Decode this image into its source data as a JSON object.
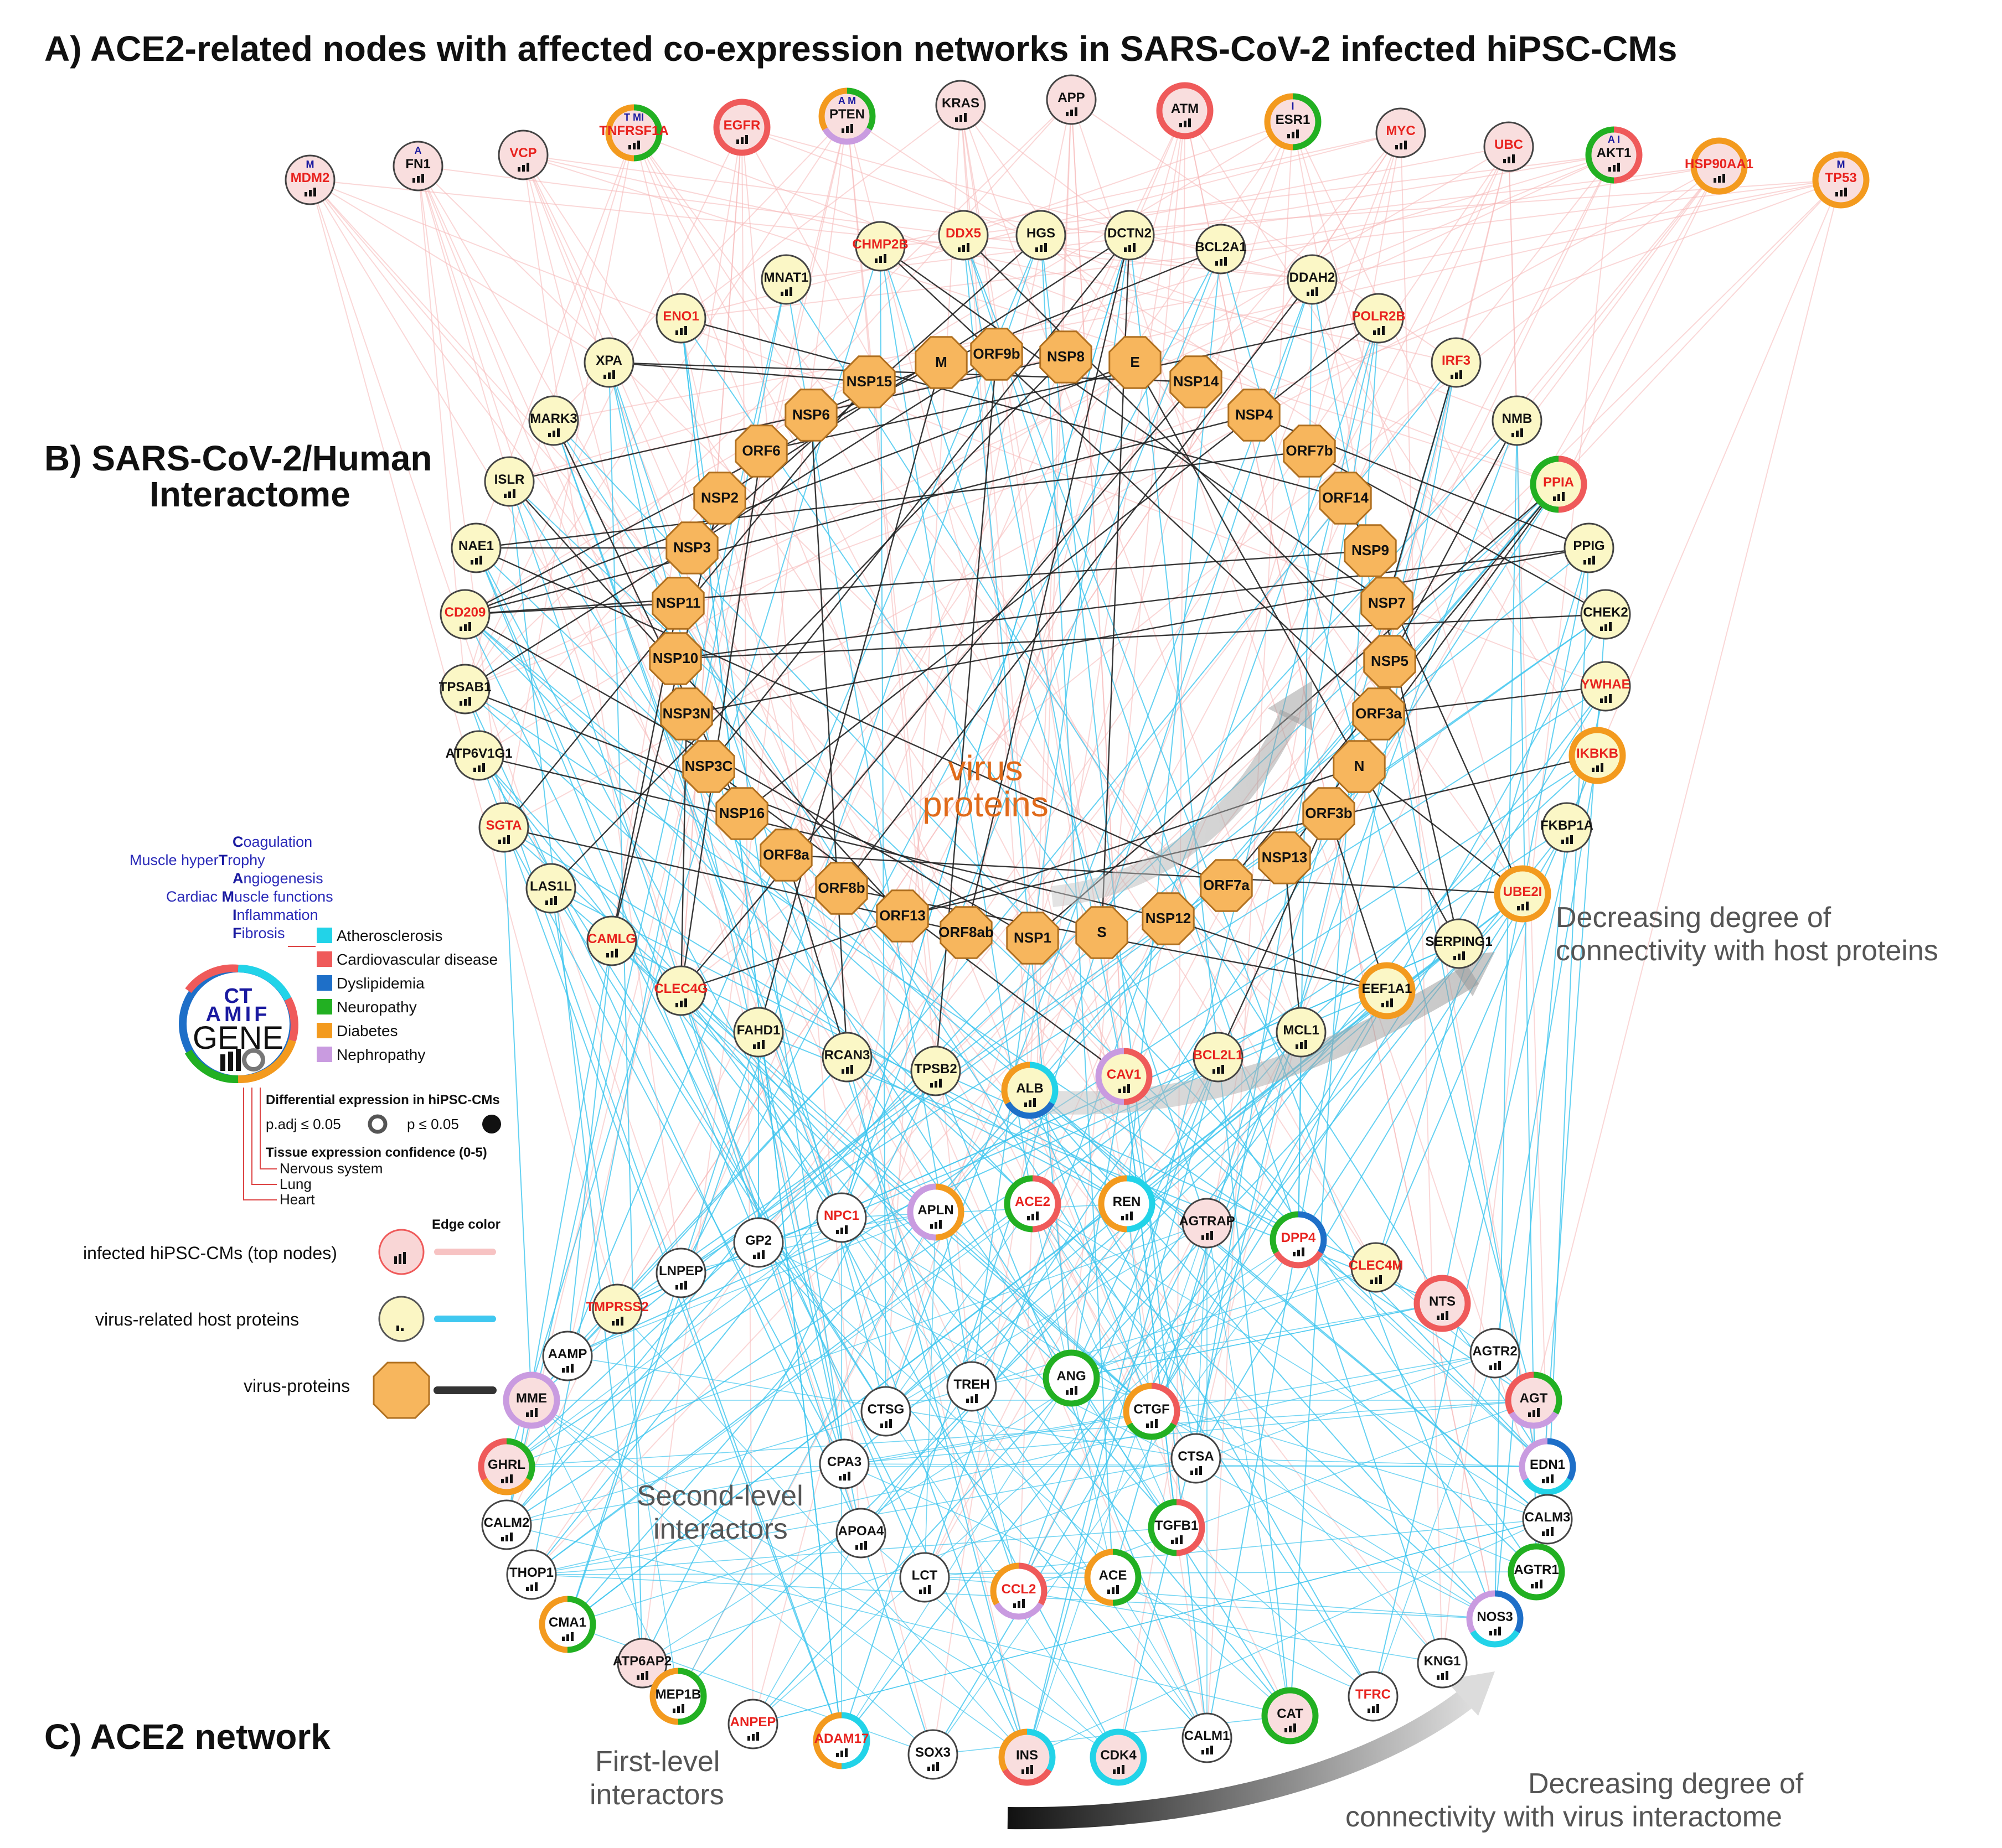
{
  "titles": {
    "a": "A) ACE2-related nodes with affected co-expression networks in SARS-CoV-2 infected hiPSC-CMs",
    "b_line1": "B) SARS-CoV-2/Human",
    "b_line2": "Interactome",
    "c": "C) ACE2 network"
  },
  "annotations": {
    "virus_proteins_1": "virus",
    "virus_proteins_2": "proteins",
    "dec_host_1": "Decreasing degree of",
    "dec_host_2": "connectivity with host proteins",
    "dec_virus_1": "Decreasing degree of",
    "dec_virus_2": "connectivity with virus interactome",
    "second_1": "Second-level",
    "second_2": "interactors",
    "first_1": "First-level",
    "first_2": "interactors"
  },
  "legend": {
    "functions": [
      {
        "letter": "C",
        "rest": "oagulation",
        "prefix": ""
      },
      {
        "letter": "T",
        "rest": "rophy",
        "prefix": "Muscle hyper"
      },
      {
        "letter": "A",
        "rest": "ngiogenesis",
        "prefix": ""
      },
      {
        "letter": "M",
        "rest": "uscle functions",
        "prefix": "Cardiac "
      },
      {
        "letter": "I",
        "rest": "nflammation",
        "prefix": ""
      },
      {
        "letter": "F",
        "rest": "ibrosis",
        "prefix": ""
      }
    ],
    "gene_top": "CT",
    "gene_mid": "AMIF",
    "gene_label": "GENE",
    "diseases": [
      {
        "name": "Atherosclerosis",
        "color": "#22d3e8"
      },
      {
        "name": "Cardiovascular disease",
        "color": "#ef5a5a"
      },
      {
        "name": "Dyslipidemia",
        "color": "#1e6fc8"
      },
      {
        "name": "Neuropathy",
        "color": "#22b022"
      },
      {
        "name": "Diabetes",
        "color": "#f39a1e"
      },
      {
        "name": "Nephropathy",
        "color": "#c99be0"
      }
    ],
    "diff_title": "Differential expression in hiPSC-CMs",
    "padj": "p.adj ≤ 0.05",
    "p": "p ≤ 0.05",
    "tissue_title": "Tissue expression confidence (0-5)",
    "tissues": [
      "Nervous system",
      "Lung",
      "Heart"
    ],
    "edge_color": "Edge color",
    "node_types": [
      {
        "label": "infected hiPSC-CMs (top nodes)",
        "fill": "#f9d6d6",
        "edge": "#f7c3c3"
      },
      {
        "label": "virus-related host proteins",
        "fill": "#fbf6c4",
        "edge": "#40c8f0"
      },
      {
        "label": "virus-proteins",
        "fill": "#f7b65d",
        "edge": "#333333"
      }
    ]
  },
  "colors": {
    "pink_fill": "#f9dede",
    "yellow_fill": "#fbf7c6",
    "white_fill": "#ffffff",
    "virus_fill": "#f7b65d",
    "pink_edge": "#f7b8b8",
    "cyan_edge": "#3ec6ef",
    "black_edge": "#222222",
    "red_label": "#e8231f"
  },
  "top_nodes": [
    {
      "id": "MDM2",
      "red": true,
      "sup": "M"
    },
    {
      "id": "FN1",
      "red": false,
      "sup": "A"
    },
    {
      "id": "VCP",
      "red": true,
      "sup": ""
    },
    {
      "id": "TNFRSF1A",
      "red": true,
      "sup": "T MI",
      "ring": [
        "#22b022",
        "#f39a1e"
      ]
    },
    {
      "id": "EGFR",
      "red": true,
      "sup": "",
      "ring": [
        "#ef5a5a"
      ]
    },
    {
      "id": "PTEN",
      "red": false,
      "sup": "A M",
      "ring": [
        "#22b022",
        "#c99be0",
        "#f39a1e"
      ]
    },
    {
      "id": "KRAS",
      "red": false,
      "sup": ""
    },
    {
      "id": "APP",
      "red": false,
      "sup": ""
    },
    {
      "id": "ATM",
      "red": false,
      "sup": "",
      "ring": [
        "#ef5a5a"
      ]
    },
    {
      "id": "ESR1",
      "red": false,
      "sup": "I",
      "ring": [
        "#22b022",
        "#f39a1e"
      ]
    },
    {
      "id": "MYC",
      "red": true,
      "sup": ""
    },
    {
      "id": "UBC",
      "red": true,
      "sup": ""
    },
    {
      "id": "AKT1",
      "red": false,
      "sup": "A I",
      "ring": [
        "#ef5a5a",
        "#22b022"
      ]
    },
    {
      "id": "HSP90AA1",
      "red": true,
      "sup": "",
      "ring": [
        "#f39a1e"
      ]
    },
    {
      "id": "TP53",
      "red": true,
      "sup": "M",
      "ring": [
        "#f39a1e"
      ]
    }
  ],
  "host_nodes": [
    "CHMP2B",
    "DDX5",
    "HGS",
    "DCTN2",
    "BCL2A1",
    "MNAT1",
    "DDAH2",
    "ENO1",
    "POLR2B",
    "XPA",
    "IRF3",
    "MARK3",
    "NMB",
    "ISLR",
    "PPIA",
    "NAE1",
    "PPIG",
    "CD209",
    "CHEK2",
    "TPSAB1",
    "YWHAE",
    "ATP6V1G1",
    "IKBKB",
    "SGTA",
    "FKBP1A",
    "LAS1L",
    "UBE2I",
    "CAMLG",
    "SERPING1",
    "CLEC4G",
    "EEF1A1",
    "FAHD1",
    "RCAN3",
    "TPSB2",
    "MCL1",
    "BCL2L1",
    "CAV1",
    "ALB"
  ],
  "red_labels": [
    "CHMP2B",
    "DDX5",
    "ENO1",
    "POLR2B",
    "IRF3",
    "PPIA",
    "CD209",
    "YWHAE",
    "IKBKB",
    "SGTA",
    "UBE2I",
    "CAMLG",
    "CLEC4G",
    "BCL2L1",
    "CAV1",
    "NPC1",
    "TMPRSS2",
    "ACE2",
    "DPP4",
    "CLEC4M",
    "CCL2",
    "ANPEP",
    "ADAM17",
    "TFRC",
    "MDM2",
    "VCP",
    "TNFRSF1A",
    "EGFR",
    "MYC",
    "UBC",
    "HSP90AA1",
    "TP53"
  ],
  "virus_nodes": [
    "M",
    "ORF9b",
    "NSP8",
    "E",
    "NSP14",
    "NSP15",
    "NSP4",
    "NSP6",
    "ORF7b",
    "ORF6",
    "ORF14",
    "NSP2",
    "NSP9",
    "NSP3",
    "NSP7",
    "NSP11",
    "NSP5",
    "NSP10",
    "ORF3a",
    "NSP3N",
    "N",
    "NSP3C",
    "ORF3b",
    "NSP16",
    "NSP13",
    "ORF8a",
    "ORF7a",
    "ORF8b",
    "NSP12",
    "ORF13",
    "ORF8ab",
    "NSP1",
    "S"
  ],
  "ace2_nodes": [
    "ACE2",
    "REN",
    "APLN",
    "NPC1",
    "AGTRAP",
    "DPP4",
    "GP2",
    "CLEC4M",
    "LNPEP",
    "NTS",
    "TMPRSS2",
    "AGTR2",
    "AAMP",
    "AGT",
    "MME",
    "ANG",
    "TREH",
    "CTGF",
    "CTSG",
    "EDN1",
    "CTSA",
    "GHRL",
    "CPA3",
    "CALM3",
    "CALM2",
    "TGFB1",
    "APOA4",
    "THOP1",
    "ACE",
    "AGTR1",
    "LCT",
    "CCL2",
    "CMA1",
    "NOS3",
    "KNG1",
    "ATP6AP2",
    "MEP1B",
    "TFRC",
    "ANPEP",
    "CAT",
    "ADAM17",
    "CALM1",
    "SOX3",
    "INS",
    "CDK4"
  ]
}
